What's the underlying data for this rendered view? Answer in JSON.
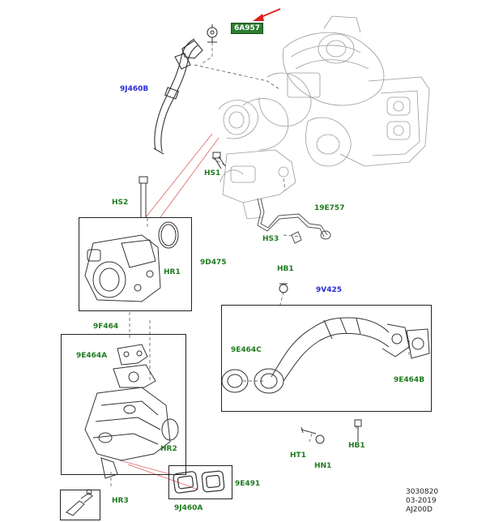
{
  "colors": {
    "part_label": "#1f7a1f",
    "assembly_label": "#2a2ad6",
    "highlight": "#2e7d32",
    "arrow": "#e0201b",
    "leader": "#e06060"
  },
  "labels": {
    "p6A957": "6A957",
    "p9J460B": "9J460B",
    "pHS1a": "HS1",
    "p19E757": "19E757",
    "pHS3": "HS3",
    "pHS2": "HS2",
    "p9D475": "9D475",
    "pHR1": "HR1",
    "pHB1a": "HB1",
    "p9V425": "9V425",
    "p9F464": "9F464",
    "p9E464A": "9E464A",
    "p9E464C": "9E464C",
    "p9E464B": "9E464B",
    "pHR2": "HR2",
    "pHT1": "HT1",
    "pHN1": "HN1",
    "pHB1b": "HB1",
    "p9E491": "9E491",
    "pHR3": "HR3",
    "p9J460A": "9J460A"
  },
  "stamp": {
    "line1": "3030820",
    "line2": "03-2019",
    "line3": "AJ200D"
  }
}
